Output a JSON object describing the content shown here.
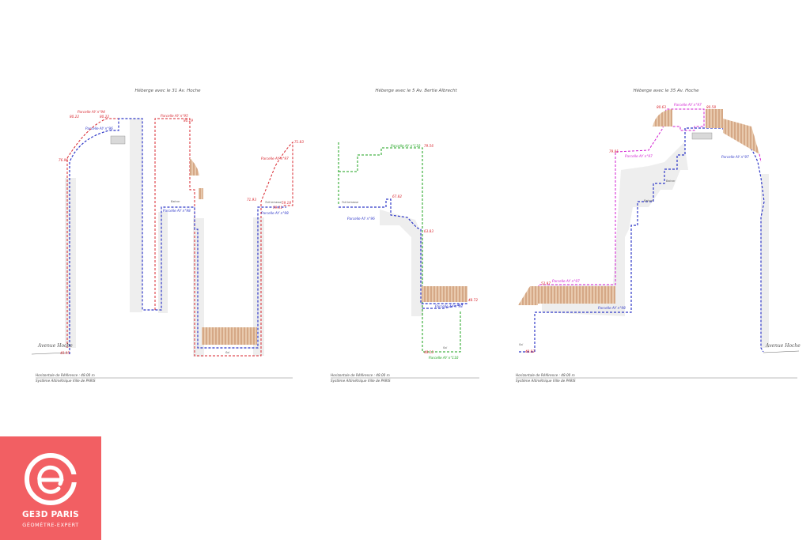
{
  "sheets": [
    {
      "title": "Héberge avec le 31 Av. Hoche",
      "street": "Avenue Hoche",
      "labels": {
        "p94": "Parcelle AY n°94",
        "p96": "Parcelle AY n°96",
        "p95": "Parcelle AY n°95",
        "p97": "Parcelle AY n°97",
        "p98": "Parcelle AY n°98",
        "balcon": "Balcon",
        "toit_terrasse": "Toit terrasse",
        "sol": "Sol",
        "cour": "Cour\nToit terrasse"
      },
      "levels": [
        "80.22",
        "80.22",
        "80.19",
        "76.96",
        "71.83",
        "71.93",
        "59.31",
        "59.18",
        "48.95"
      ]
    },
    {
      "title": "Héberge avec le 5 Av. Bertie Albrecht",
      "labels": {
        "p110a": "Parcelle AY n°110",
        "p110b": "Parcelle AY n°110",
        "p98": "Parcelle AY n°98",
        "p96": "Parcelle AY n°96",
        "toit_terrasse": "Toit terrasse",
        "sol": "Sol"
      },
      "levels": [
        "79.56",
        "67.82",
        "63.83",
        "48.72",
        "48.13"
      ]
    },
    {
      "title": "Héberge avec le 35 Av. Hoche",
      "street": "Avenue Hoche",
      "labels": {
        "p97a": "Parcelle AY n°97",
        "p97b": "Parcelle AY n°97",
        "p97c": "Parcelle AY n°97",
        "p97d": "Parcelle AY n°97",
        "p98": "Parcelle AY n°98",
        "balcon1": "Balcon",
        "balcon2": "Balcon",
        "sol": "Sol"
      },
      "levels": [
        "80.63",
        "80.58",
        "79.81",
        "52.97",
        "48.82"
      ]
    }
  ],
  "footer": {
    "line1": "Horizontale de Référence : 48.00 m",
    "line2": "Système Altimétrique Ville de PARIS"
  },
  "logo": {
    "name": "GE3D PARIS",
    "subtitle": "GÉOMÈTRE-EXPERT",
    "background": "#f25f63"
  },
  "colors": {
    "red": "#d8242c",
    "blue": "#2f38c8",
    "green": "#1aa11a",
    "magenta": "#d21ed2",
    "wood": "#c98e5f"
  }
}
